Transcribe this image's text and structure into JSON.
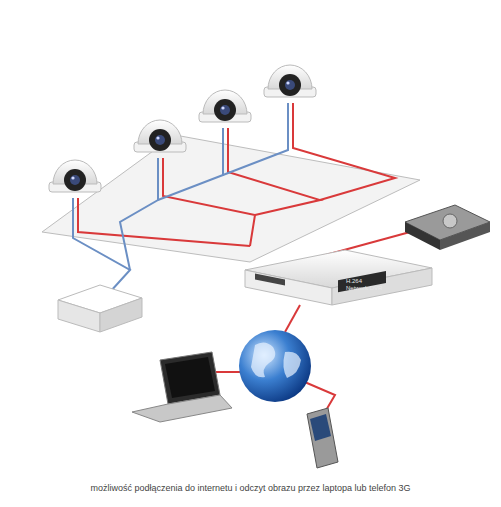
{
  "diagram": {
    "caption": "możliwość podłączenia do internetu i odczyt obrazu przez laptopa lub telefon 3G",
    "labels": [
      "H.264",
      "Network DVR"
    ]
  }
}
